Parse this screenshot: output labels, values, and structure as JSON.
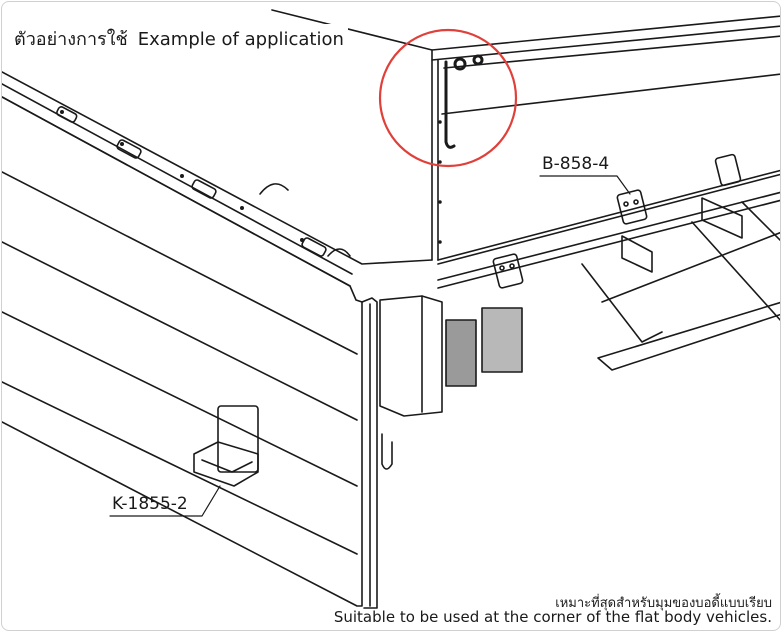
{
  "heading": {
    "thai": "ตัวอย่างการใช้",
    "english": "Example of application"
  },
  "callouts": {
    "top_right_part": "B-858-4",
    "bottom_left_part": "K-1855-2"
  },
  "caption": {
    "thai": "เหมาะที่สุดสำหรับมุมของบอดี้แบบเรียบ",
    "english": "Suitable to be used at the corner of the flat body vehicles."
  },
  "colors": {
    "line": "#1a1a1a",
    "highlight_circle": "#e0403a",
    "panel_shade": "#9a9a9a"
  }
}
